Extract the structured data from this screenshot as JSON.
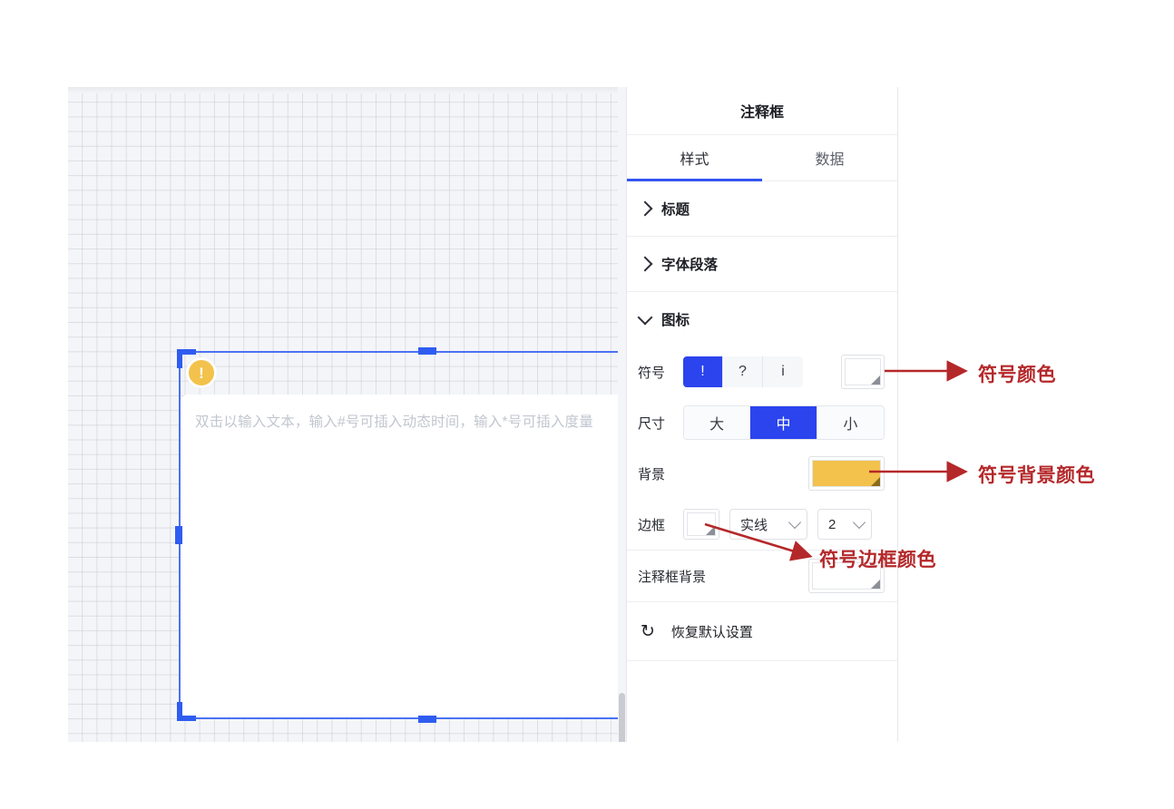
{
  "canvas": {
    "shape": {
      "icon_symbol": "!",
      "icon_name": "exclamation-badge",
      "placeholder": "双击以输入文本，输入#号可插入动态时间，输入*号可插入度量",
      "icon_bg_color": "#F3C24C",
      "icon_border_color": "#FFFFFF",
      "selection_color": "#2F5CF0"
    }
  },
  "panel": {
    "title": "注释框",
    "tabs": [
      {
        "label": "样式",
        "active": true
      },
      {
        "label": "数据",
        "active": false
      }
    ],
    "sections": [
      {
        "name": "title-section",
        "label": "标题",
        "expanded": false
      },
      {
        "name": "font-paragraph-section",
        "label": "字体段落",
        "expanded": false
      },
      {
        "name": "icon-section",
        "label": "图标",
        "expanded": true
      }
    ],
    "icon_section": {
      "symbol": {
        "label": "符号",
        "options": [
          "!",
          "?",
          "i"
        ],
        "selected": "!",
        "color_swatch": "#FFFFFF"
      },
      "size": {
        "label": "尺寸",
        "options": [
          "大",
          "中",
          "小"
        ],
        "selected": "中"
      },
      "background": {
        "label": "背景",
        "color_swatch": "#F3C24C"
      },
      "border": {
        "label": "边框",
        "color_swatch": "#FFFFFF",
        "style": "实线",
        "width": "2"
      }
    },
    "note_background": {
      "label": "注释框背景",
      "color_swatch": "#FFFFFF"
    },
    "reset": {
      "icon": "reset-icon",
      "label": "恢复默认设置"
    }
  },
  "annotations": [
    {
      "name": "symbol-color-annotation",
      "text": "符号颜色",
      "color": "#B5282A"
    },
    {
      "name": "symbol-background-color-annotation",
      "text": "符号背景颜色",
      "color": "#B5282A"
    },
    {
      "name": "symbol-border-color-annotation",
      "text": "符号边框颜色",
      "color": "#B5282A"
    }
  ],
  "active_accent_color": "#2B44EE"
}
